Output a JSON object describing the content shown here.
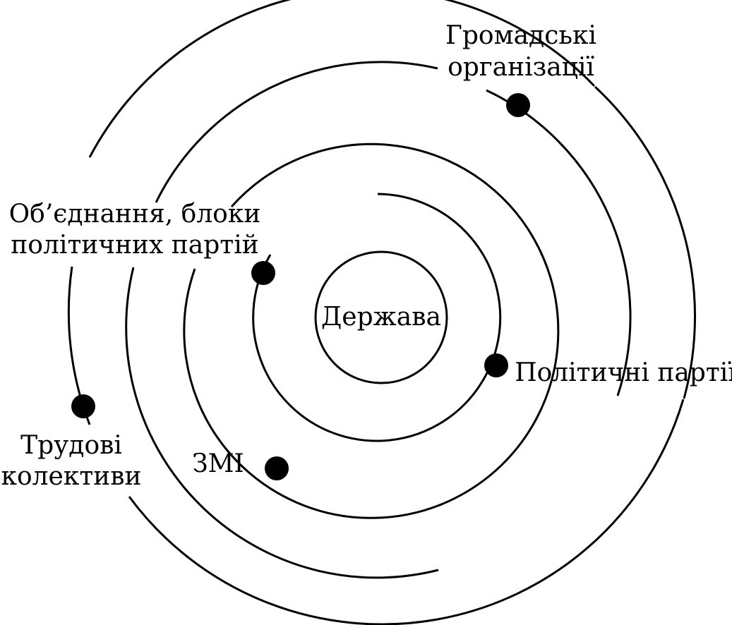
{
  "center": {
    "label": "Держава"
  },
  "labels": {
    "hromadski": [
      "Громадські",
      "організації"
    ],
    "obiednannia": [
      "Об’єднання, блоки",
      "політичних партій"
    ],
    "politychni": [
      "Політичні партії"
    ],
    "trudovi": [
      "Трудові",
      "колективи"
    ],
    "zmi": [
      "ЗМІ"
    ]
  },
  "colors": {
    "ink": "#000000",
    "background": "#ffffff"
  }
}
